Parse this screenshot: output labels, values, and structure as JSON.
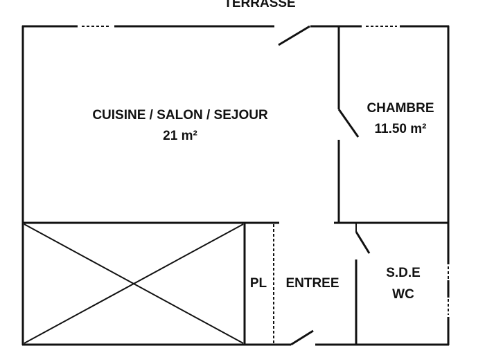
{
  "plan": {
    "rooms": {
      "terrasse": "TERRASSE",
      "living": "CUISINE / SALON / SEJOUR",
      "living_area": "21 m²",
      "chambre": "CHAMBRE",
      "chambre_area": "11.50 m²",
      "placard": "PL",
      "entree": "ENTREE",
      "sde": "S.D.E",
      "wc": "WC"
    },
    "colors": {
      "line": "#111111",
      "background": "#ffffff"
    }
  }
}
